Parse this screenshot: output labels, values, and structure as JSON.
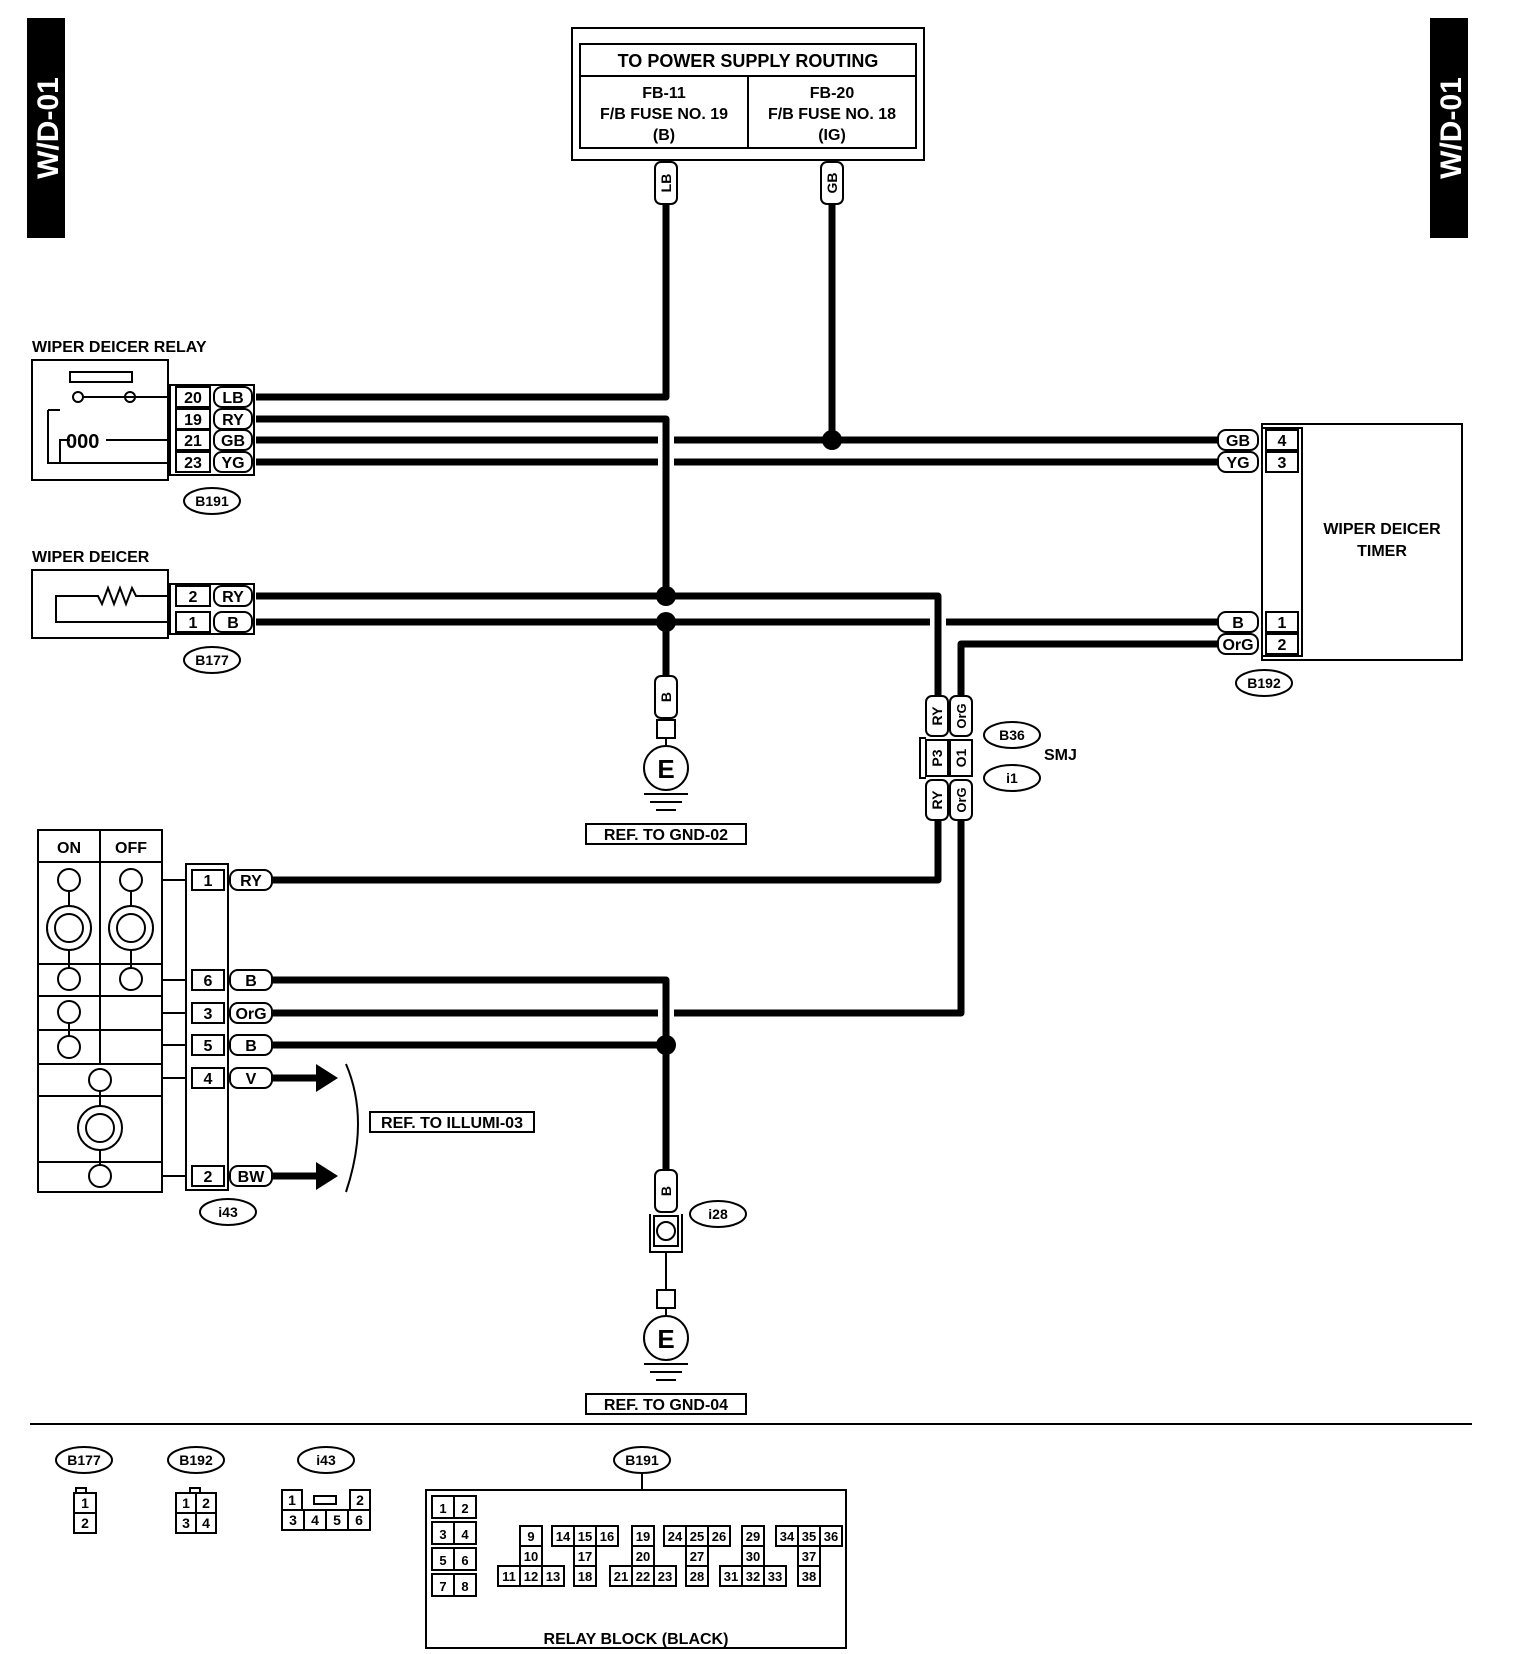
{
  "page_tab": "W/D-01",
  "power_supply": {
    "title": "TO POWER SUPPLY ROUTING",
    "left": [
      "FB-11",
      "F/B FUSE NO. 19",
      "(B)"
    ],
    "right": [
      "FB-20",
      "F/B FUSE NO. 18",
      "(IG)"
    ],
    "left_wire": "LB",
    "right_wire": "GB"
  },
  "relay": {
    "label": "WIPER DEICER RELAY",
    "connector": "B191",
    "pins": [
      {
        "pin": "20",
        "wire": "LB"
      },
      {
        "pin": "19",
        "wire": "RY"
      },
      {
        "pin": "21",
        "wire": "GB"
      },
      {
        "pin": "23",
        "wire": "YG"
      }
    ]
  },
  "deicer": {
    "label": "WIPER DEICER",
    "connector": "B177",
    "pins": [
      {
        "pin": "2",
        "wire": "RY"
      },
      {
        "pin": "1",
        "wire": "B"
      }
    ]
  },
  "timer": {
    "label": [
      "WIPER DEICER",
      "TIMER"
    ],
    "connector": "B192",
    "pins": [
      {
        "pin": "4",
        "wire": "GB"
      },
      {
        "pin": "3",
        "wire": "YG"
      },
      {
        "pin": "1",
        "wire": "B"
      },
      {
        "pin": "2",
        "wire": "OrG"
      }
    ]
  },
  "smj": {
    "label": "SMJ",
    "connectors": [
      "B36",
      "i1"
    ],
    "pins": [
      "P3",
      "O1"
    ],
    "wires": [
      "RY",
      "OrG"
    ]
  },
  "ground1": {
    "wire": "B",
    "symbol": "E",
    "ref": "REF. TO GND-02"
  },
  "switch": {
    "headers": [
      "ON",
      "OFF"
    ],
    "connector": "i43",
    "pins": [
      {
        "pin": "1",
        "wire": "RY"
      },
      {
        "pin": "6",
        "wire": "B"
      },
      {
        "pin": "3",
        "wire": "OrG"
      },
      {
        "pin": "5",
        "wire": "B"
      },
      {
        "pin": "4",
        "wire": "V"
      },
      {
        "pin": "2",
        "wire": "BW"
      }
    ],
    "illumi_ref": "REF. TO ILLUMI-03"
  },
  "ground2": {
    "wire": "B",
    "connector": "i28",
    "symbol": "E",
    "ref": "REF. TO GND-04"
  },
  "legend": {
    "b177": {
      "name": "B177",
      "pins": [
        "1",
        "2"
      ]
    },
    "b192": {
      "name": "B192",
      "pins": [
        "1",
        "2",
        "3",
        "4"
      ]
    },
    "i43": {
      "name": "i43",
      "pins": [
        "1",
        "2",
        "3",
        "4",
        "5",
        "6"
      ]
    },
    "b191": {
      "name": "B191",
      "caption": "RELAY BLOCK (BLACK)",
      "pins": [
        "1",
        "2",
        "3",
        "4",
        "5",
        "6",
        "7",
        "8",
        "9",
        "10",
        "11",
        "12",
        "13",
        "14",
        "15",
        "16",
        "17",
        "18",
        "19",
        "20",
        "21",
        "22",
        "23",
        "24",
        "25",
        "26",
        "27",
        "28",
        "29",
        "30",
        "31",
        "32",
        "33",
        "34",
        "35",
        "36",
        "37",
        "38"
      ]
    }
  }
}
